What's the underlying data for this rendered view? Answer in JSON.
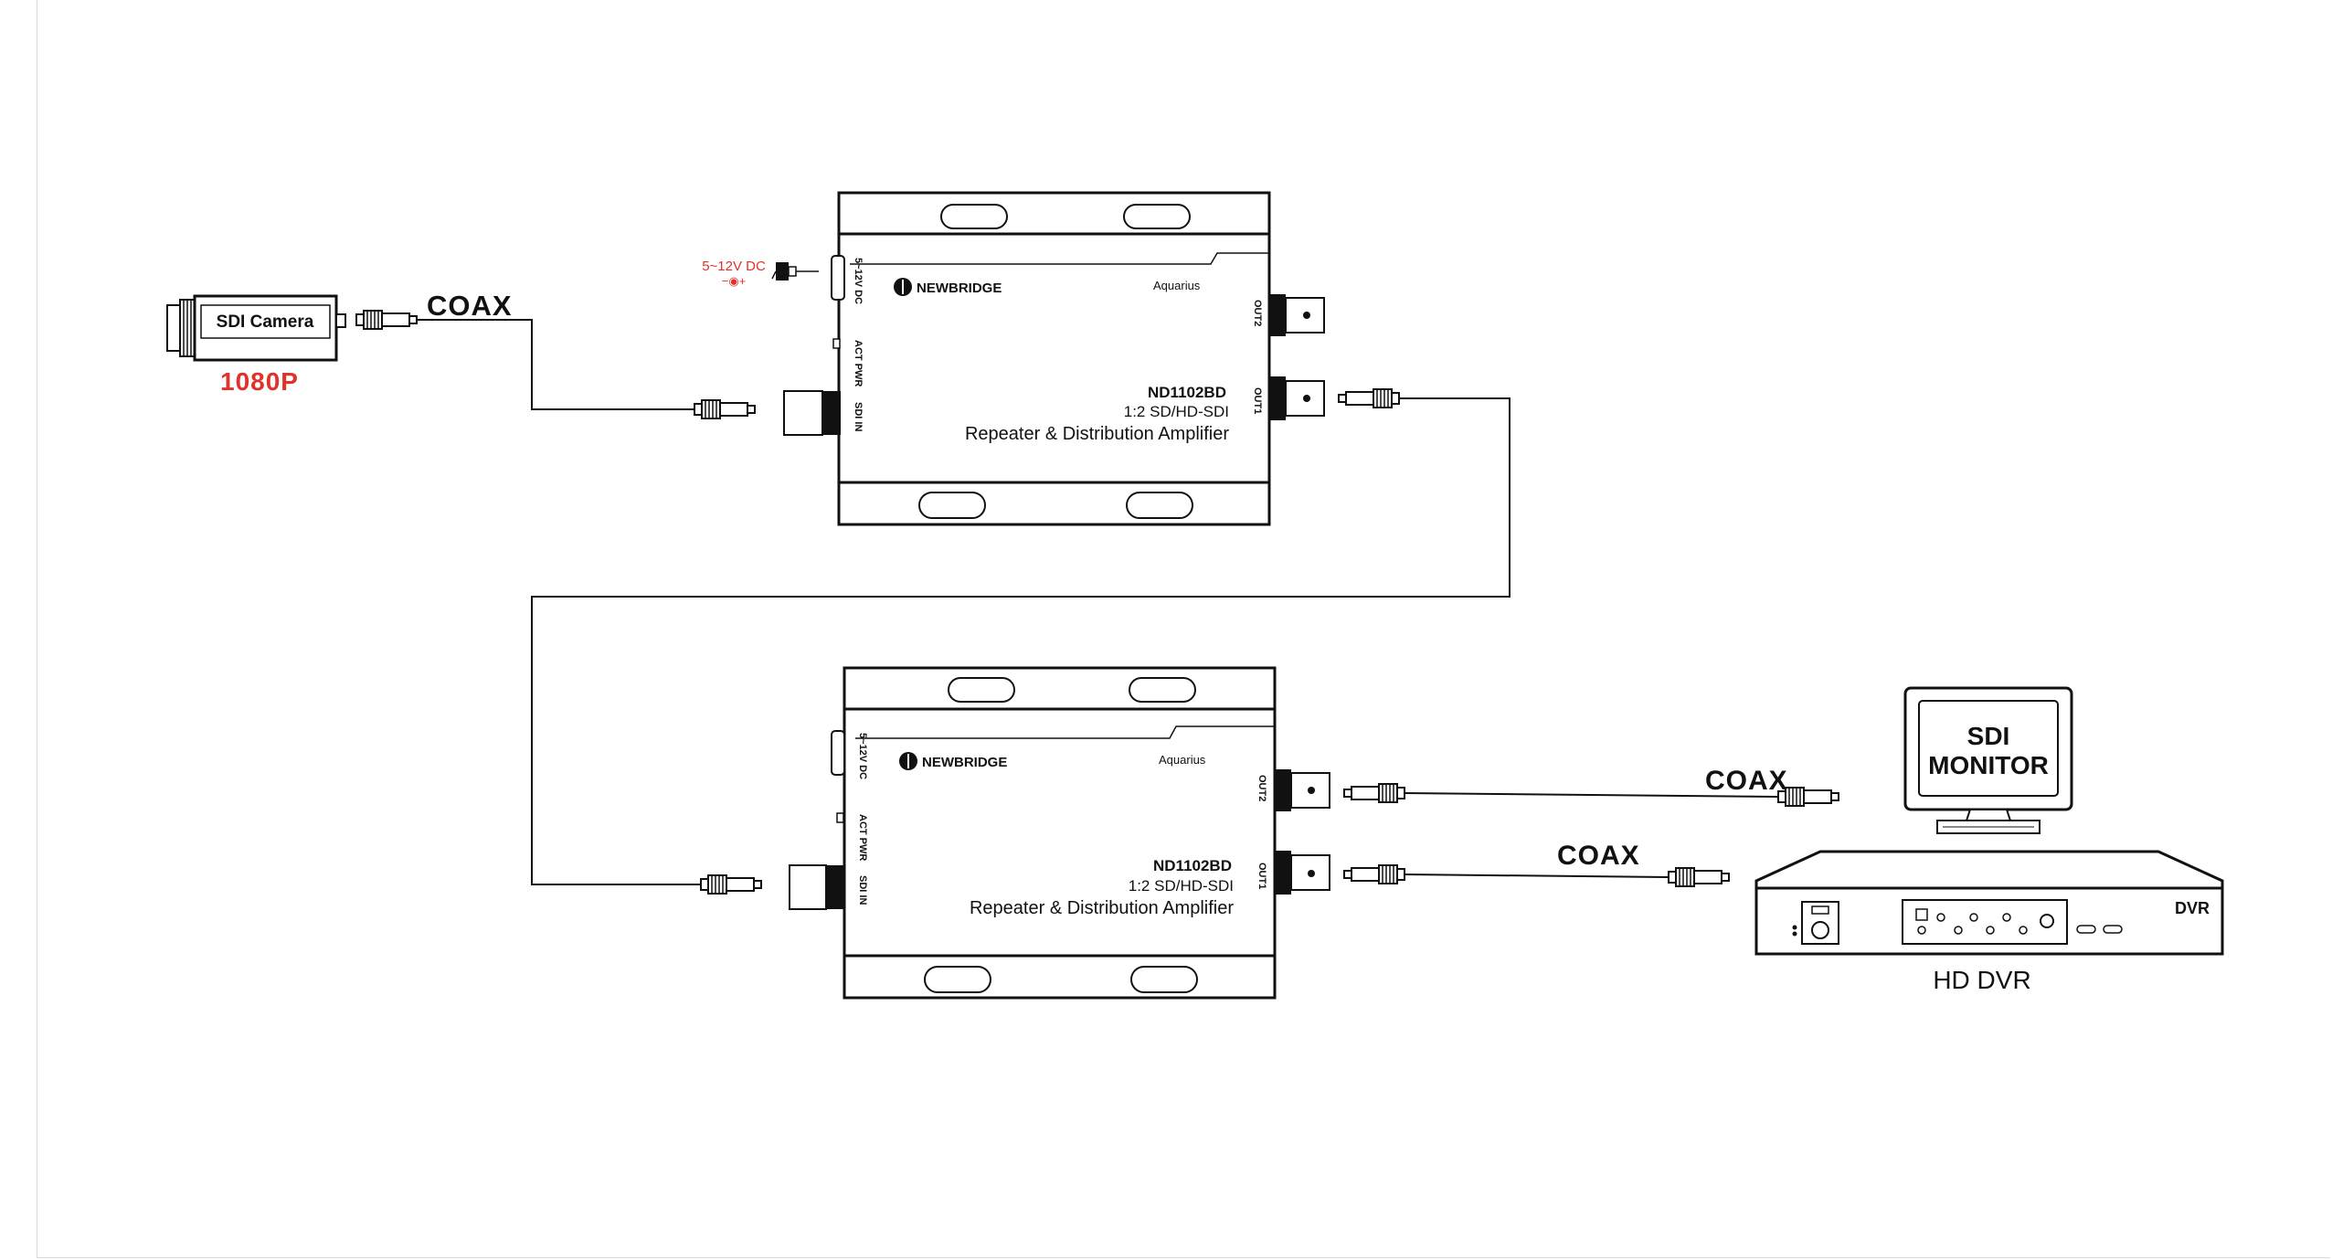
{
  "camera": {
    "label": "SDI Camera",
    "resolution": "1080P"
  },
  "cable_labels": {
    "coax_camera": "COAX",
    "coax_monitor": "COAX",
    "coax_dvr": "COAX"
  },
  "power": {
    "label": "5~12V DC",
    "polarity": "−◉+"
  },
  "units": [
    {
      "brand": "NEWBRIDGE",
      "series": "Aquarius",
      "model": "ND1102BD",
      "type": "1:2 SD/HD-SDI",
      "description": "Repeater & Distribution Amplifier",
      "port_dc": "5~12V DC",
      "port_led": "ACT PWR",
      "port_in": "SDI IN",
      "port_out1": "OUT1",
      "port_out2": "OUT2"
    },
    {
      "brand": "NEWBRIDGE",
      "series": "Aquarius",
      "model": "ND1102BD",
      "type": "1:2 SD/HD-SDI",
      "description": "Repeater & Distribution Amplifier",
      "port_dc": "5~12V DC",
      "port_led": "ACT PWR",
      "port_in": "SDI IN",
      "port_out1": "OUT1",
      "port_out2": "OUT2"
    }
  ],
  "monitor": {
    "line1": "SDI",
    "line2": "MONITOR"
  },
  "dvr": {
    "badge": "DVR",
    "caption": "HD DVR"
  },
  "colors": {
    "accent_red": "#e0322b",
    "line": "#111111"
  }
}
